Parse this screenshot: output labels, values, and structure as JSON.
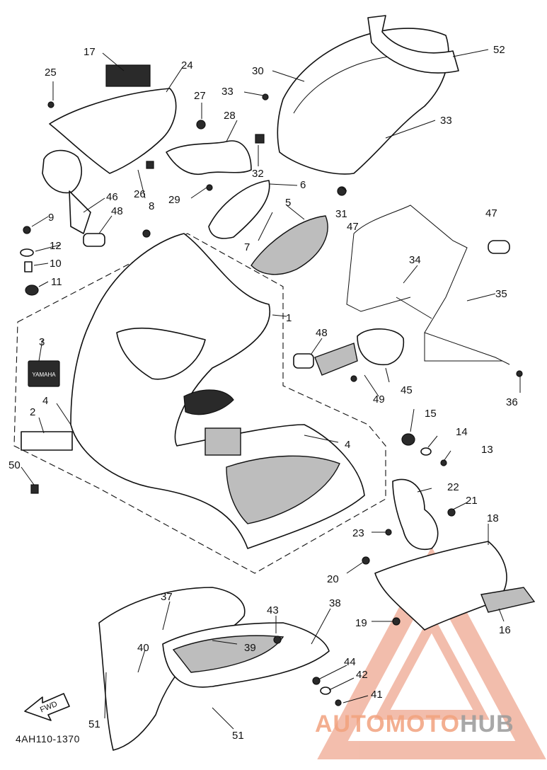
{
  "diagram": {
    "callouts": {
      "c1": "1",
      "c2": "2",
      "c3": "3",
      "c4a": "4",
      "c4b": "4",
      "c5": "5",
      "c6": "6",
      "c7": "7",
      "c8": "8",
      "c9": "9",
      "c10": "10",
      "c11": "11",
      "c12": "12",
      "c13": "13",
      "c14": "14",
      "c15": "15",
      "c16": "16",
      "c17": "17",
      "c18": "18",
      "c19": "19",
      "c20": "20",
      "c21": "21",
      "c22": "22",
      "c23": "23",
      "c24": "24",
      "c25": "25",
      "c26": "26",
      "c27": "27",
      "c28": "28",
      "c29": "29",
      "c30": "30",
      "c31": "31",
      "c32": "32",
      "c33a": "33",
      "c33b": "33",
      "c34": "34",
      "c35": "35",
      "c36": "36",
      "c37": "37",
      "c38": "38",
      "c39": "39",
      "c40": "40",
      "c41": "41",
      "c42": "42",
      "c43": "43",
      "c44": "44",
      "c45": "45",
      "c46": "46",
      "c47a": "47",
      "c47b": "47",
      "c48a": "48",
      "c48b": "48",
      "c49": "49",
      "c50": "50",
      "c51a": "51",
      "c51b": "51",
      "c52": "52"
    },
    "decal_text": "YAMAHA",
    "fwd_label": "FWD",
    "drawing_code": "4AH110-1370"
  },
  "watermark": {
    "part_a": "AUTOMOTO",
    "part_b": "HUB",
    "color_a": "#f2a27e",
    "color_b": "#9a9a9a"
  }
}
